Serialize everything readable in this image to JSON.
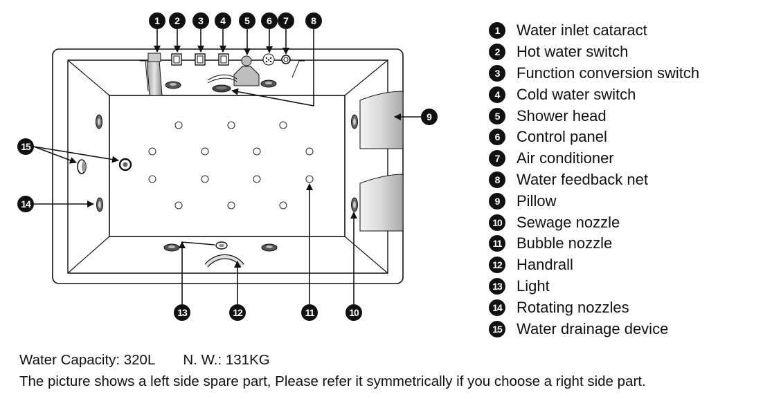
{
  "legend": {
    "items": [
      {
        "number": "1",
        "label": "Water inlet cataract"
      },
      {
        "number": "2",
        "label": "Hot water switch"
      },
      {
        "number": "3",
        "label": "Function conversion switch"
      },
      {
        "number": "4",
        "label": "Cold water switch"
      },
      {
        "number": "5",
        "label": "Shower head"
      },
      {
        "number": "6",
        "label": "Control panel"
      },
      {
        "number": "7",
        "label": "Air conditioner"
      },
      {
        "number": "8",
        "label": "Water feedback net"
      },
      {
        "number": "9",
        "label": "Pillow"
      },
      {
        "number": "10",
        "label": "Sewage nozzle"
      },
      {
        "number": "11",
        "label": "Bubble nozzle"
      },
      {
        "number": "12",
        "label": "Handrall"
      },
      {
        "number": "13",
        "label": "Light"
      },
      {
        "number": "14",
        "label": "Rotating nozzles"
      },
      {
        "number": "15",
        "label": "Water drainage device"
      }
    ]
  },
  "callouts": {
    "n1": "1",
    "n2": "2",
    "n3": "3",
    "n4": "4",
    "n5": "5",
    "n6": "6",
    "n7": "7",
    "n8": "8",
    "n9": "9",
    "n10": "10",
    "n11": "11",
    "n12": "12",
    "n13": "13",
    "n14": "14",
    "n15": "15"
  },
  "specs": {
    "capacity": "Water Capacity: 320L",
    "net_weight": "N. W.: 131KG",
    "note": "The picture shows a left side spare part, Please refer it symmetrically if you choose a right side part."
  }
}
